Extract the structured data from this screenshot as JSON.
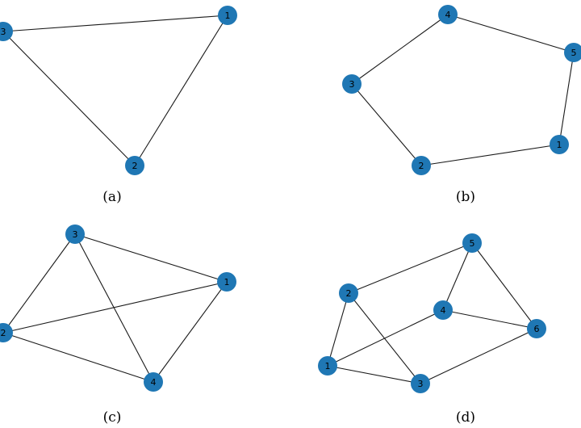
{
  "colors": {
    "node_fill": "#1f77b4",
    "edge": "#1a1a1a",
    "label": "#000000",
    "background": "#ffffff"
  },
  "panels": [
    {
      "id": "a",
      "caption": "(a)",
      "nodes": [
        "1",
        "2",
        "3"
      ],
      "edges": [
        [
          "3",
          "1"
        ],
        [
          "3",
          "2"
        ],
        [
          "1",
          "2"
        ]
      ]
    },
    {
      "id": "b",
      "caption": "(b)",
      "nodes": [
        "1",
        "2",
        "3",
        "4",
        "5"
      ],
      "edges": [
        [
          "3",
          "4"
        ],
        [
          "4",
          "5"
        ],
        [
          "5",
          "1"
        ],
        [
          "1",
          "2"
        ],
        [
          "2",
          "3"
        ]
      ]
    },
    {
      "id": "c",
      "caption": "(c)",
      "nodes": [
        "1",
        "2",
        "3",
        "4"
      ],
      "edges": [
        [
          "3",
          "1"
        ],
        [
          "3",
          "2"
        ],
        [
          "3",
          "4"
        ],
        [
          "2",
          "1"
        ],
        [
          "2",
          "4"
        ],
        [
          "1",
          "4"
        ]
      ]
    },
    {
      "id": "d",
      "caption": "(d)",
      "nodes": [
        "1",
        "2",
        "3",
        "4",
        "5",
        "6"
      ],
      "edges": [
        [
          "2",
          "5"
        ],
        [
          "5",
          "4"
        ],
        [
          "5",
          "6"
        ],
        [
          "4",
          "6"
        ],
        [
          "4",
          "1"
        ],
        [
          "2",
          "1"
        ],
        [
          "2",
          "3"
        ],
        [
          "1",
          "3"
        ],
        [
          "3",
          "6"
        ]
      ]
    }
  ]
}
